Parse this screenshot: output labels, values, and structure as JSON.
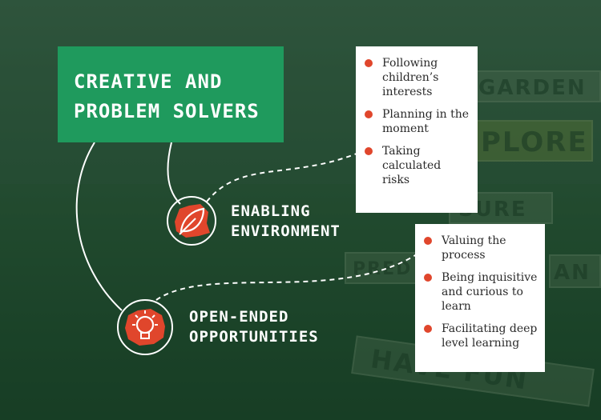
{
  "title": {
    "line1": "CREATIVE AND",
    "line2": "PROBLEM SOLVERS"
  },
  "background_signs": [
    "GARDEN",
    "PLORE",
    "SURE",
    "PRED",
    "AN",
    "HAVE FUN"
  ],
  "sections": [
    {
      "label_line1": "ENABLING",
      "label_line2": "ENVIRONMENT",
      "icon": "leaf-icon",
      "points": [
        "Following children’s interests",
        "Planning in the moment",
        "Taking calculated risks"
      ]
    },
    {
      "label_line1": "OPEN-ENDED",
      "label_line2": "OPPORTUNITIES",
      "icon": "lightbulb-icon",
      "points": [
        "Valuing the process",
        "Being inquisitive and curious to learn",
        "Facilitating deep level learning"
      ]
    }
  ],
  "colors": {
    "title_bg": "#1f9a5d",
    "bullet": "#e0462c",
    "icon_splash": "#e0462c",
    "overlay": "#1a4a2c"
  }
}
